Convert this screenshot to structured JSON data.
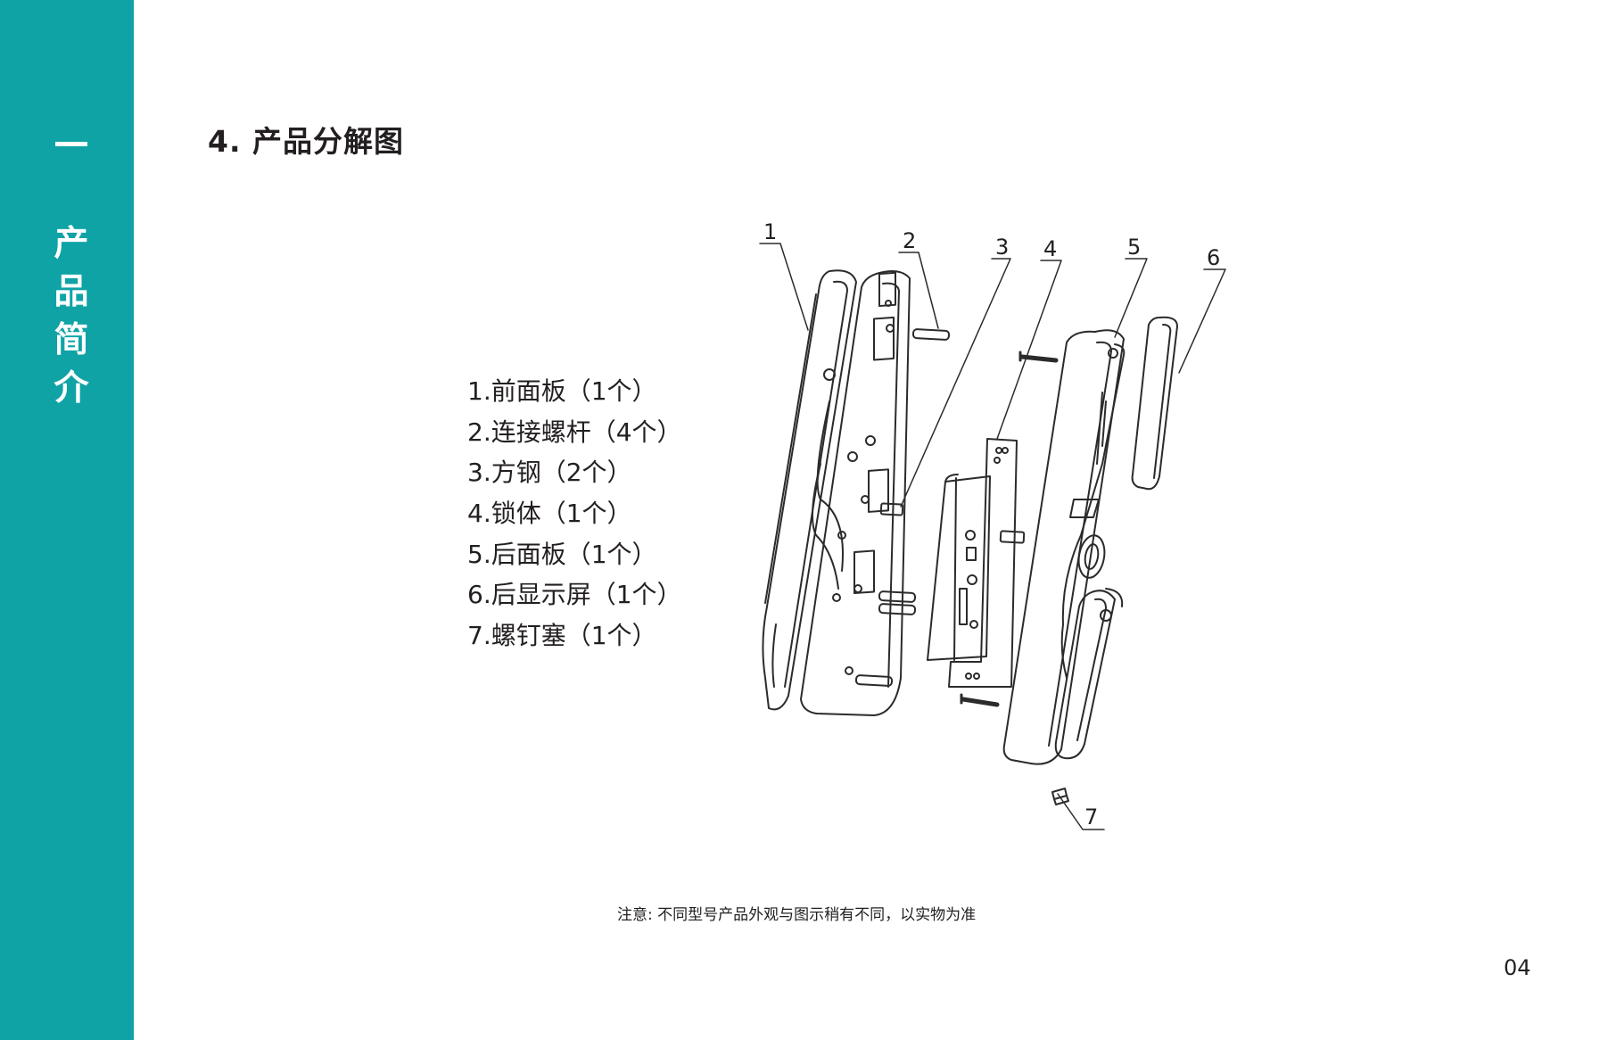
{
  "sidebar": {
    "dash": "—",
    "chars": [
      "产",
      "品",
      "简",
      "介"
    ]
  },
  "section_title": "4. 产品分解图",
  "parts": [
    "1.前面板（1个）",
    "2.连接螺杆（4个）",
    "3.方钢（2个）",
    "4.锁体（1个）",
    "5.后面板（1个）",
    "6.后显示屏（1个）",
    "7.螺钉塞（1个）"
  ],
  "callouts": [
    "1",
    "2",
    "3",
    "4",
    "5",
    "6",
    "7"
  ],
  "note": "注意: 不同型号产品外观与图示稍有不同，以实物为准",
  "page_number": "04",
  "colors": {
    "accent": "#0fa3a6",
    "text": "#231f20",
    "line": "#2b2b2b"
  }
}
